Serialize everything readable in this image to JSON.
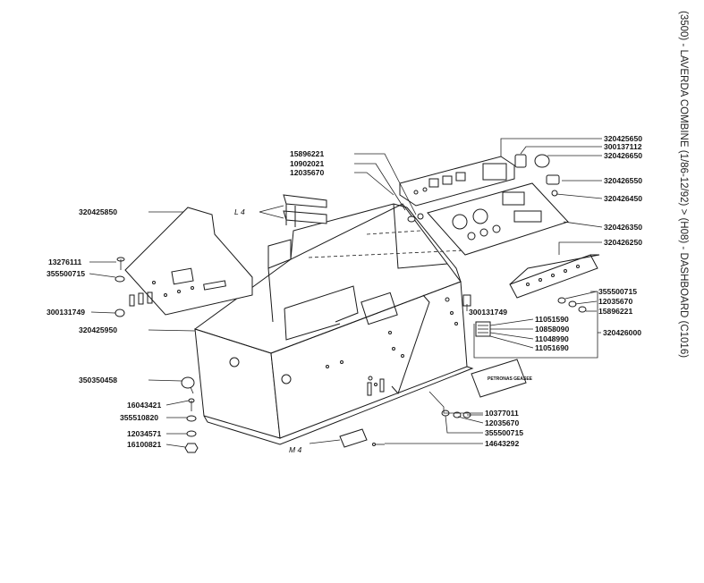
{
  "title": "(3500) - LAVERDA COMBINE (1/86-12/92) > (H08) - DASHBOARD (C1016)",
  "labels": {
    "p320425650": "320425650",
    "p300137112": "300137112",
    "p320426650": "320426650",
    "p320426550": "320426550",
    "p320426450": "320426450",
    "p320426350": "320426350",
    "p320426250": "320426250",
    "p355500715a": "355500715",
    "p12035670a": "12035670",
    "p15896221a": "15896221",
    "p320426000": "320426000",
    "p300131749b": "300131749",
    "p11051590": "11051590",
    "p10858090": "10858090",
    "p11048990": "11048990",
    "p11051690": "11051690",
    "p15896221b": "15896221",
    "p10902021": "10902021",
    "p12035670b": "12035670",
    "p320425850": "320425850",
    "p13276111": "13276111",
    "p355500715b": "355500715",
    "p300131749a": "300131749",
    "p320425950": "320425950",
    "p350350458": "350350458",
    "p16043421": "16043421",
    "p355510820": "355510820",
    "p12034571": "12034571",
    "p16100821": "16100821",
    "p10377011": "10377011",
    "p12035670c": "12035670",
    "p355500715c": "355500715",
    "p14643292": "14643292",
    "L4": "L 4",
    "M4": "M 4"
  },
  "plate_text": "PETRONAS GEASEE"
}
